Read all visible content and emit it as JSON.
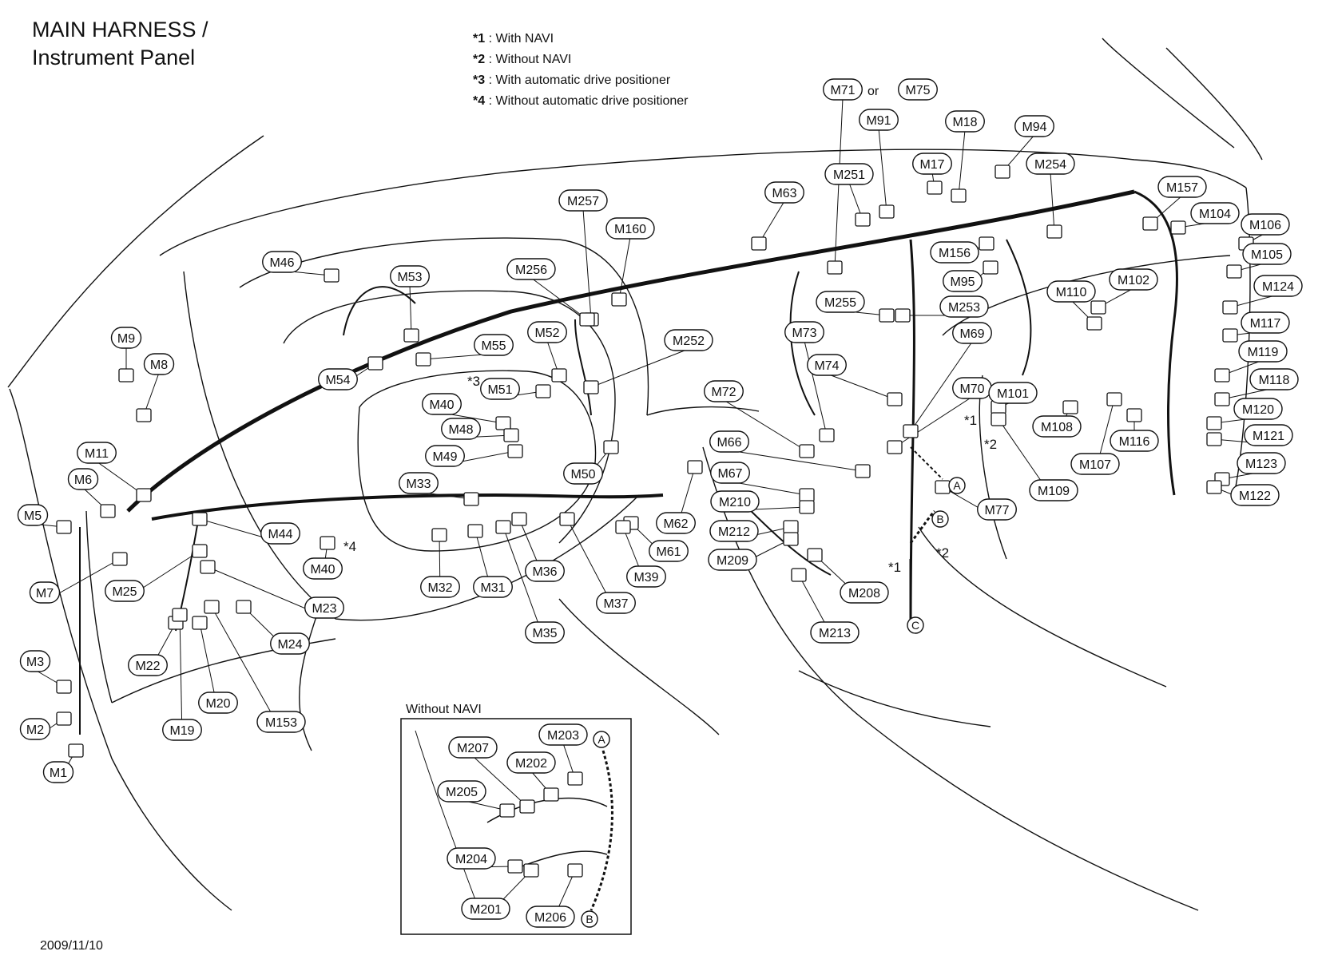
{
  "title": {
    "line1": "MAIN HARNESS /",
    "line2": "Instrument Panel"
  },
  "notes": [
    {
      "mark": "*1",
      "text": ": With NAVI"
    },
    {
      "mark": "*2",
      "text": ": Without NAVI"
    },
    {
      "mark": "*3",
      "text": ": With automatic drive positioner"
    },
    {
      "mark": "*4",
      "text": ": Without automatic drive positioner"
    }
  ],
  "date": "2009/11/10",
  "or_word": "or",
  "inset_title": "Without NAVI",
  "star_marks": [
    "*1",
    "*2",
    "*3",
    "*4"
  ],
  "route_points": [
    "A",
    "B",
    "C"
  ],
  "connectors": [
    "M71",
    "M75",
    "M91",
    "M18",
    "M94",
    "M17",
    "M251",
    "M254",
    "M63",
    "M157",
    "M104",
    "M106",
    "M257",
    "M160",
    "M156",
    "M95",
    "M105",
    "M46",
    "M53",
    "M256",
    "M102",
    "M124",
    "M110",
    "M255",
    "M253",
    "M9",
    "M55",
    "M52",
    "M73",
    "M69",
    "M117",
    "M8",
    "M54",
    "M252",
    "M74",
    "M119",
    "M118",
    "M40",
    "M51",
    "M72",
    "M70",
    "M101",
    "M48",
    "M120",
    "M108",
    "M121",
    "M11",
    "M66",
    "M49",
    "M50",
    "M116",
    "M107",
    "M6",
    "M67",
    "M123",
    "M33",
    "M109",
    "M122",
    "M5",
    "M210",
    "M77",
    "M62",
    "M44",
    "M212",
    "M61",
    "M209",
    "M40",
    "M7",
    "M36",
    "M25",
    "M32",
    "M31",
    "M39",
    "M208",
    "M23",
    "M37",
    "M213",
    "M35",
    "M24",
    "M22",
    "M3",
    "M20",
    "M153",
    "M2",
    "M19",
    "M1"
  ],
  "inset_connectors": [
    "M203",
    "M207",
    "M202",
    "M205",
    "M204",
    "M201",
    "M206"
  ],
  "colors": {
    "line": "#111111",
    "background": "#ffffff"
  }
}
